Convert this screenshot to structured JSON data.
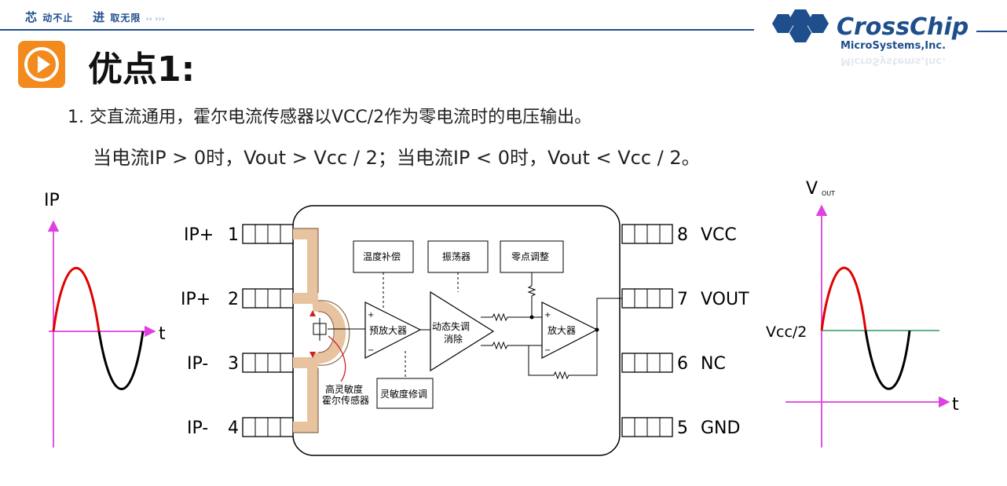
{
  "header": {
    "slogan_part1_big": "芯",
    "slogan_part1_small": "动不止",
    "slogan_part2_big": "进",
    "slogan_part2_small": "取无限",
    "slogan_arrows": "›› ›››",
    "brand_script": "CrossChip",
    "brand_sub": "MicroSystems,Inc.",
    "brand_color": "#1f4e8c",
    "accent_color": "#f28a1e"
  },
  "title": "优点1:",
  "body": {
    "line1": "1. 交直流通用，霍尔电流传感器以VCC/2作为零电流时的电压输出。",
    "line2": "当电流IP > 0时，Vout > Vcc / 2；当电流IP < 0时，Vout < Vcc / 2。"
  },
  "left_plot": {
    "y_label": "IP",
    "x_label": "t"
  },
  "right_plot": {
    "y_label_main": "V",
    "y_label_sub": "OUT",
    "x_label": "t",
    "mid_label": "Vcc/2"
  },
  "chip": {
    "pins_left": [
      {
        "name": "IP+",
        "num": "1"
      },
      {
        "name": "IP+",
        "num": "2"
      },
      {
        "name": "IP-",
        "num": "3"
      },
      {
        "name": "IP-",
        "num": "4"
      }
    ],
    "pins_right": [
      {
        "num": "8",
        "name": "VCC"
      },
      {
        "num": "7",
        "name": "VOUT"
      },
      {
        "num": "6",
        "name": "NC"
      },
      {
        "num": "5",
        "name": "GND"
      }
    ],
    "blocks": {
      "temp_comp": "温度补偿",
      "oscillator": "振荡器",
      "zero_adjust": "零点调整",
      "preamp": "预放大器",
      "offset_cancel_1": "动态失调",
      "offset_cancel_2": "消除",
      "amp": "放大器",
      "sensitivity_trim": "灵敏度修调",
      "hall_label_1": "高灵敏度",
      "hall_label_2": "霍尔传感器"
    }
  }
}
